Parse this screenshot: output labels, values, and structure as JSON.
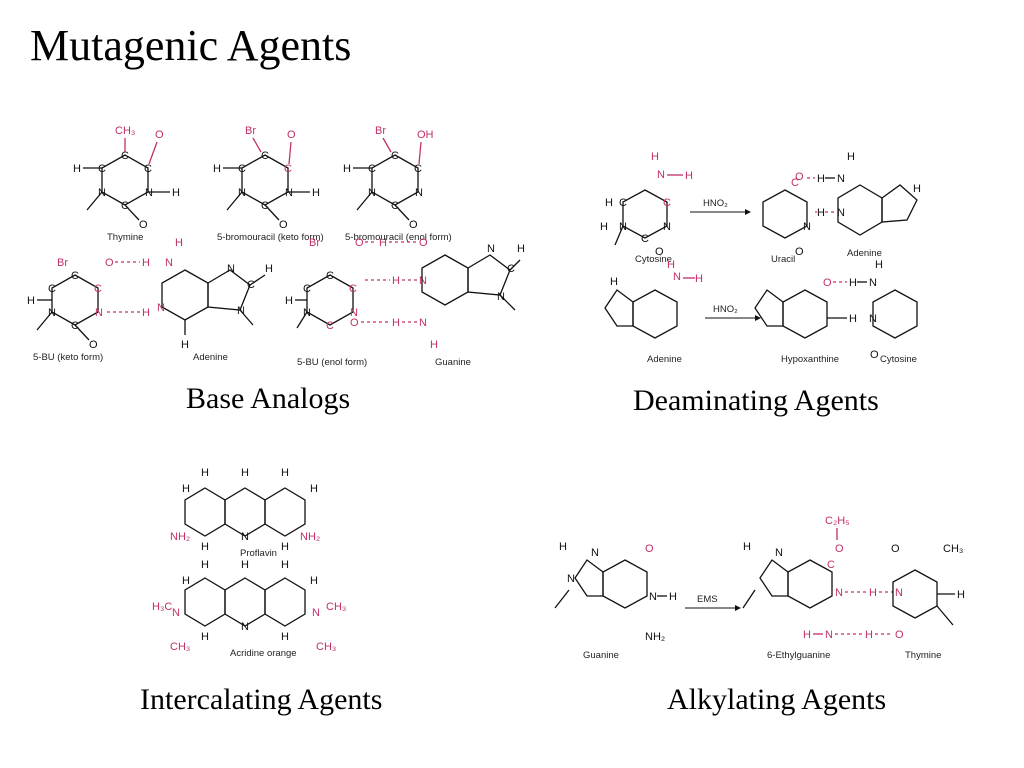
{
  "slide": {
    "title": "Mutagenic Agents"
  },
  "colors": {
    "accent": "#c0306a",
    "text": "#000000",
    "background": "#ffffff"
  },
  "panels": {
    "base_analogs": {
      "caption": "Base Analogs",
      "labels": {
        "thymine": "Thymine",
        "bu_keto": "5-bromouracil (keto form)",
        "bu_enol": "5-bromouracil (enol form)",
        "bu_keto_pair": "5-BU (keto form)",
        "adenine": "Adenine",
        "bu_enol_pair": "5-BU (enol form)",
        "guanine": "Guanine"
      }
    },
    "deaminating": {
      "caption": "Deaminating Agents",
      "reagent": "HNO₂",
      "labels": {
        "cytosine": "Cytosine",
        "uracil": "Uracil",
        "adenine_top": "Adenine",
        "adenine_bottom": "Adenine",
        "hypoxanthine": "Hypoxanthine",
        "cytosine_bottom": "Cytosine"
      }
    },
    "intercalating": {
      "caption": "Intercalating Agents",
      "labels": {
        "proflavin": "Proflavin",
        "acridine": "Acridine orange"
      }
    },
    "alkylating": {
      "caption": "Alkylating Agents",
      "reagent": "EMS",
      "labels": {
        "guanine": "Guanine",
        "ethylguanine": "6-Ethylguanine",
        "thymine": "Thymine"
      }
    }
  }
}
